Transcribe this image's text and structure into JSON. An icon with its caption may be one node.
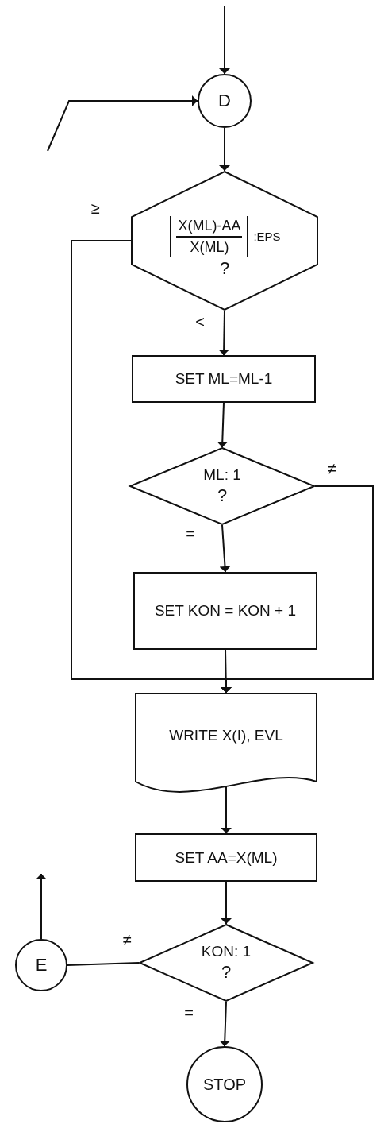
{
  "diagram": {
    "nodes": [
      {
        "text": [
          "D"
        ]
      },
      {
        "text": [
          "X(ML)-AA",
          "X(ML)",
          ":EPS",
          "?"
        ]
      },
      {
        "text": [
          "SET ML=ML-1"
        ]
      },
      {
        "text": [
          "ML: 1",
          "?"
        ]
      },
      {
        "text": [
          "SET KON = KON + 1"
        ]
      },
      {
        "text": [
          "WRITE X(I), EVL"
        ]
      },
      {
        "text": [
          "SET AA=X(ML)"
        ]
      },
      {
        "text": [
          "KON: 1",
          "?"
        ]
      },
      {
        "text": [
          "E"
        ]
      },
      {
        "text": [
          "STOP"
        ]
      }
    ],
    "edges": [
      {
        "from": null,
        "to": 0,
        "arrow": "to"
      },
      {
        "from": null,
        "to": 0,
        "arrow": "to"
      },
      {
        "from": 0,
        "to": 1,
        "arrow": "to"
      },
      {
        "from": 1,
        "to": 2,
        "arrow": "to",
        "label": "<"
      },
      {
        "from": 2,
        "to": 3,
        "arrow": "to"
      },
      {
        "from": 3,
        "to": 4,
        "arrow": "to",
        "label": "="
      },
      {
        "from": 3,
        "to": 5,
        "arrow": "to",
        "label": "≠"
      },
      {
        "from": 1,
        "to": 5,
        "arrow": "to",
        "label": "≥"
      },
      {
        "from": 4,
        "to": 5,
        "arrow": "to"
      },
      {
        "from": 5,
        "to": 6,
        "arrow": "to"
      },
      {
        "from": 6,
        "to": 7,
        "arrow": "to"
      },
      {
        "from": 7,
        "to": 8,
        "arrow": "none",
        "label": "≠"
      },
      {
        "from": 7,
        "to": 9,
        "arrow": "to",
        "label": "="
      },
      {
        "from": 8,
        "to": null,
        "arrow": "to"
      }
    ]
  }
}
